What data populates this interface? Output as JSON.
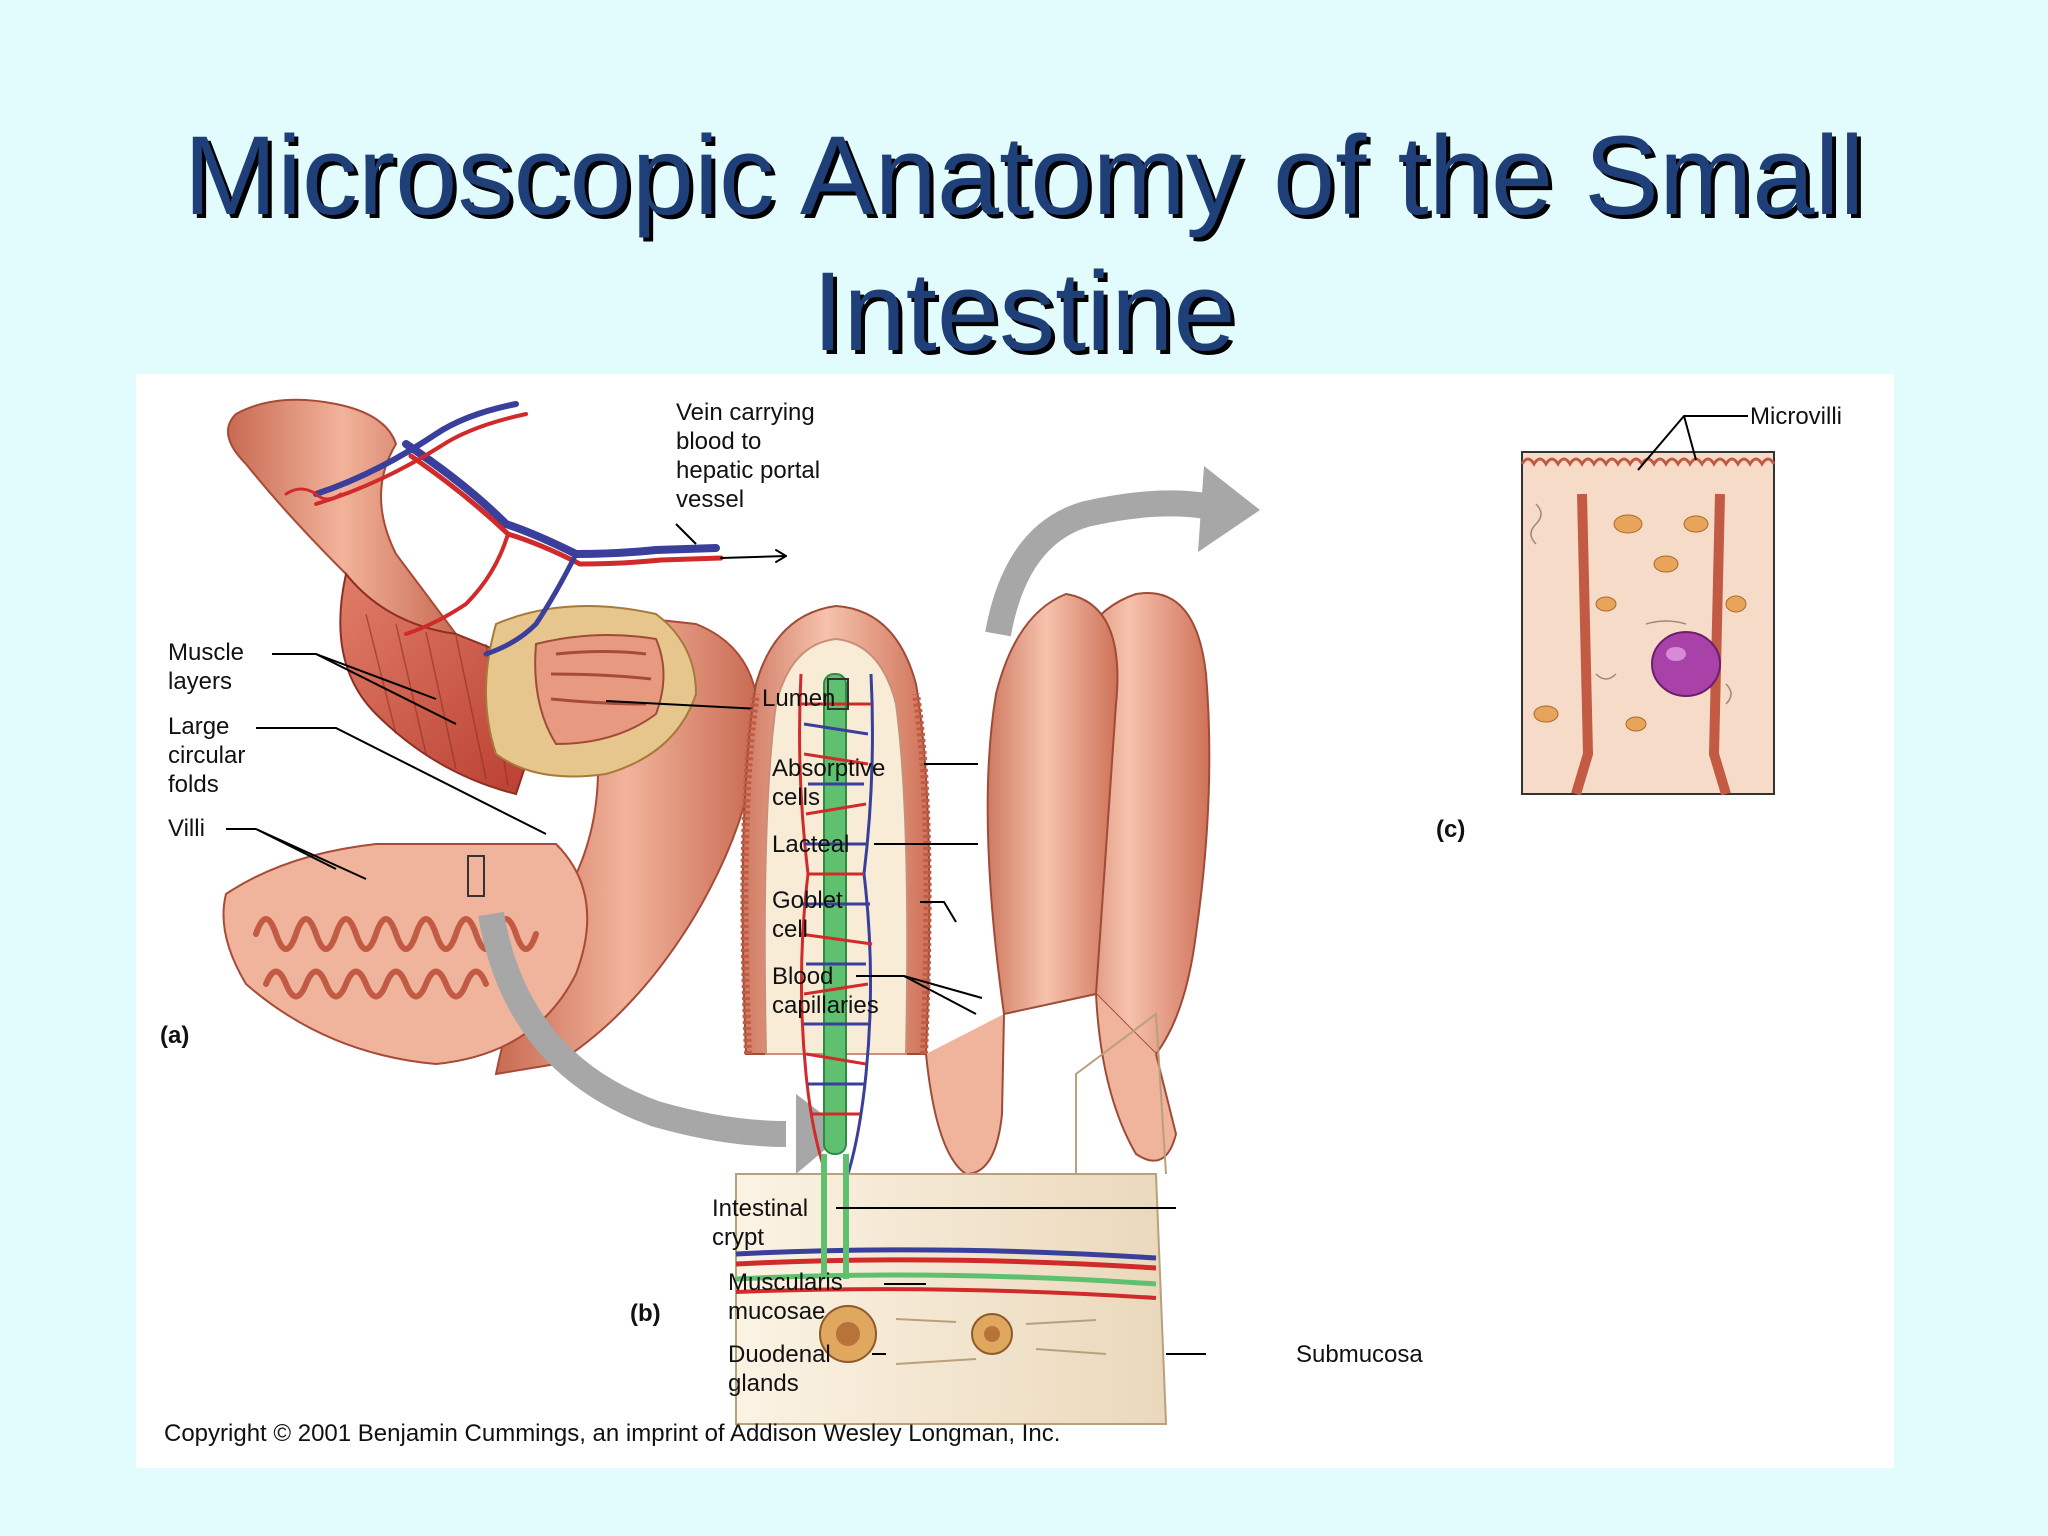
{
  "title": {
    "line1": "Microscopic Anatomy of the Small",
    "line2": "Intestine"
  },
  "figure": {
    "panel_a": {
      "tag": "(a)",
      "labels": {
        "vein": "Vein carrying\nblood to\nhepatic portal\nvessel",
        "muscle_layers": "Muscle\nlayers",
        "large_circular_folds": "Large\ncircular\nfolds",
        "villi": "Villi",
        "lumen": "Lumen"
      }
    },
    "panel_b": {
      "tag": "(b)",
      "labels": {
        "absorptive_cells": "Absorptive\ncells",
        "lacteal": "Lacteal",
        "goblet_cell": "Goblet\ncell",
        "blood_capillaries": "Blood\ncapillaries",
        "intestinal_crypt": "Intestinal\ncrypt",
        "muscularis_mucosae": "Muscularis\nmucosae",
        "duodenal_glands": "Duodenal\nglands",
        "submucosa": "Submucosa"
      }
    },
    "panel_c": {
      "tag": "(c)",
      "labels": {
        "microvilli": "Microvilli"
      }
    },
    "copyright": "Copyright © 2001 Benjamin Cummings, an imprint of Addison Wesley Longman, Inc."
  },
  "colors": {
    "background": "#e2fcfd",
    "title": "#1e3f78",
    "tissue": "#e8957a",
    "muscle": "#c94a3a",
    "vein": "#3a3f9c",
    "artery": "#d12a2a",
    "lacteal": "#5fc070",
    "arrow": "#a7a7a7"
  }
}
